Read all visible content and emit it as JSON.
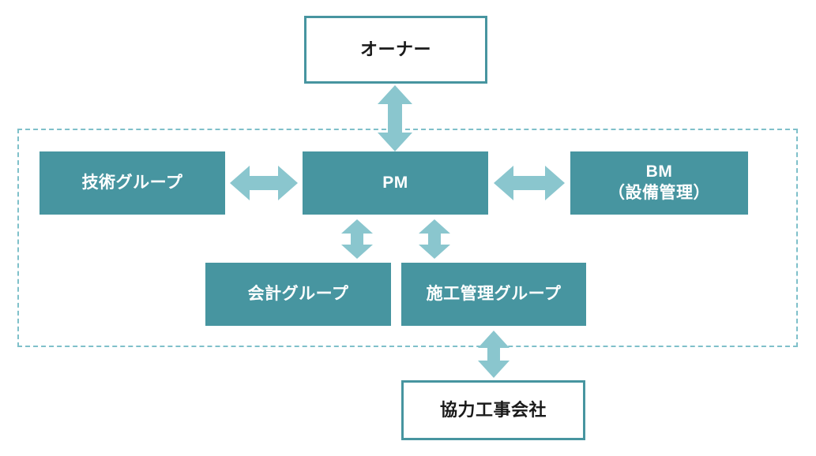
{
  "diagram": {
    "title": "",
    "type": "organization-chart",
    "colors": {
      "box_fill": "#4795A0",
      "box_border": "#4795A0",
      "arrow": "#8AC6CE",
      "boundary_dashed": "#7FC0CA",
      "text_on_fill": "#FFFFFF",
      "text_on_white": "#1A1A1A",
      "background": "#FFFFFF"
    },
    "nodes": {
      "owner": {
        "label": "オーナー",
        "style": "outlined"
      },
      "tech_group": {
        "label": "技術グループ",
        "style": "filled"
      },
      "pm": {
        "label": "PM",
        "style": "filled"
      },
      "bm": {
        "label_line1": "BM",
        "label_line2": "（設備管理）",
        "style": "filled"
      },
      "accounting_group": {
        "label": "会計グループ",
        "style": "filled"
      },
      "construction_group": {
        "label": "施工管理グループ",
        "style": "filled"
      },
      "partner_company": {
        "label": "協力工事会社",
        "style": "outlined"
      }
    },
    "connections": [
      {
        "name": "owner-pm",
        "from": "owner",
        "to": "pm",
        "direction": "bidirectional",
        "orientation": "vertical"
      },
      {
        "name": "tech-pm",
        "from": "tech_group",
        "to": "pm",
        "direction": "bidirectional",
        "orientation": "horizontal"
      },
      {
        "name": "pm-bm",
        "from": "pm",
        "to": "bm",
        "direction": "bidirectional",
        "orientation": "horizontal"
      },
      {
        "name": "pm-accounting",
        "from": "pm",
        "to": "accounting_group",
        "direction": "bidirectional",
        "orientation": "vertical"
      },
      {
        "name": "pm-construction",
        "from": "pm",
        "to": "construction_group",
        "direction": "bidirectional",
        "orientation": "vertical"
      },
      {
        "name": "construction-partner",
        "from": "construction_group",
        "to": "partner_company",
        "direction": "bidirectional",
        "orientation": "vertical"
      }
    ],
    "boundary": {
      "name": "internal-organization-boundary",
      "style": "dashed"
    }
  }
}
